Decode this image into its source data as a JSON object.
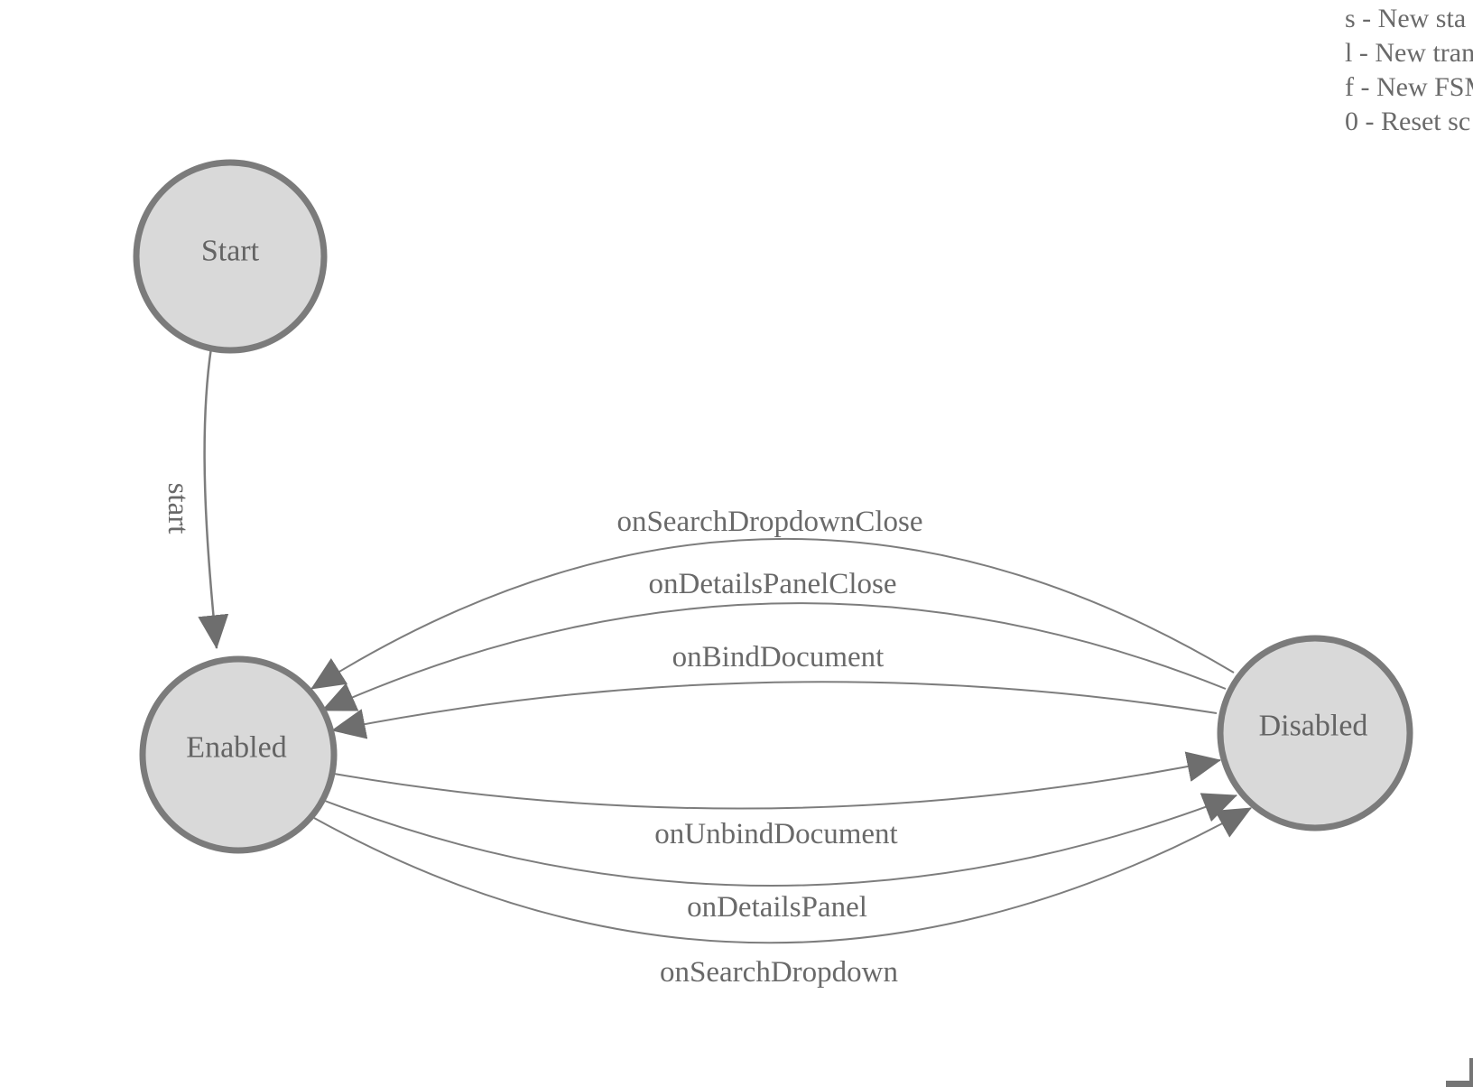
{
  "colors": {
    "background": "#ffffff",
    "node_fill": "#d9d9d9",
    "node_stroke": "#7b7b7b",
    "node_label": "#646464",
    "edge_line": "#7d7d7d",
    "edge_label": "#696969",
    "arrow_fill": "#6e6e6e",
    "legend_text": "#6a6a6a",
    "corner_mark": "#757575"
  },
  "nodes": [
    {
      "id": "start",
      "label": "Start"
    },
    {
      "id": "enabled",
      "label": "Enabled"
    },
    {
      "id": "disabled",
      "label": "Disabled"
    }
  ],
  "edges": [
    {
      "from": "start",
      "to": "enabled",
      "label": "start"
    },
    {
      "from": "disabled",
      "to": "enabled",
      "label": "onSearchDropdownClose"
    },
    {
      "from": "disabled",
      "to": "enabled",
      "label": "onDetailsPanelClose"
    },
    {
      "from": "disabled",
      "to": "enabled",
      "label": "onBindDocument"
    },
    {
      "from": "enabled",
      "to": "disabled",
      "label": "onUnbindDocument"
    },
    {
      "from": "enabled",
      "to": "disabled",
      "label": "onDetailsPanel"
    },
    {
      "from": "enabled",
      "to": "disabled",
      "label": "onSearchDropdown"
    }
  ],
  "legend": {
    "lines": [
      "s - New sta",
      "l - New tran",
      "f - New FSM",
      "0 - Reset sc"
    ]
  }
}
